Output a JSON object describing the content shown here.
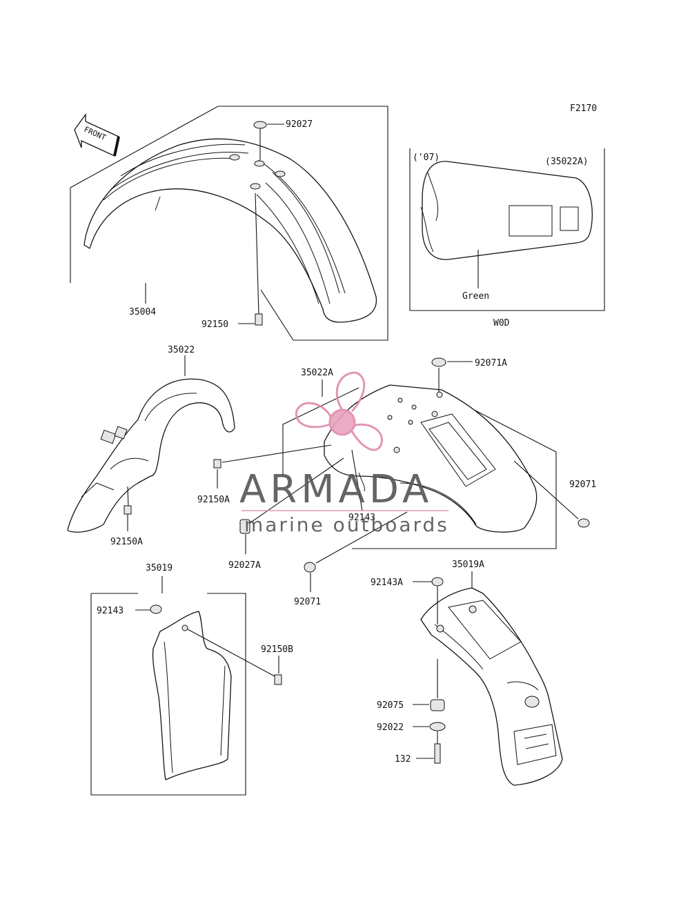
{
  "figure_code": "F2170",
  "front_marker": "FRONT",
  "inset": {
    "year": "('07)",
    "part_ref": "(35022A)",
    "color": "Green",
    "model": "W0D"
  },
  "watermark": {
    "brand": "ARMADA",
    "tagline": "marine outboards",
    "color": "#e089ad"
  },
  "parts": {
    "p35004": "35004",
    "p92027": "92027",
    "p92150": "92150",
    "p35022": "35022",
    "p35022A": "35022A",
    "p92071A": "92071A",
    "p92071_right": "92071",
    "p92150A_mid": "92150A",
    "p92150A_left": "92150A",
    "p92143_mid": "92143",
    "p92027A": "92027A",
    "p92071_bottom": "92071",
    "p35019": "35019",
    "p92143_left": "92143",
    "p92150B": "92150B",
    "p35019A": "35019A",
    "p92143A": "92143A",
    "p92075": "92075",
    "p92022": "92022",
    "p132": "132"
  }
}
